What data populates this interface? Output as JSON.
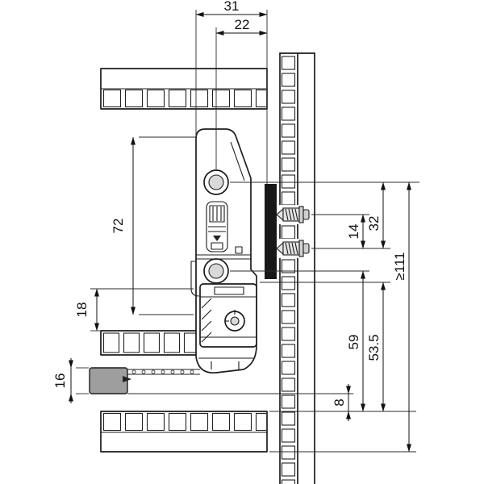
{
  "dims": {
    "d31": "31",
    "d22": "22",
    "d72": "72",
    "d18": "18",
    "d16": "16",
    "d14": "14",
    "d32": "32",
    "d111": "≥111",
    "d59": "59",
    "d53_5": "53.5",
    "d8": "8"
  },
  "colors": {
    "object_line": "#1c1c1c",
    "dimension_line": "#111111",
    "panel_fill": "#ffffff",
    "runner_gray": "#9e9e9e",
    "screw_gray": "#e3e3e3",
    "plate_black": "#181818",
    "background": "#ffffff"
  }
}
